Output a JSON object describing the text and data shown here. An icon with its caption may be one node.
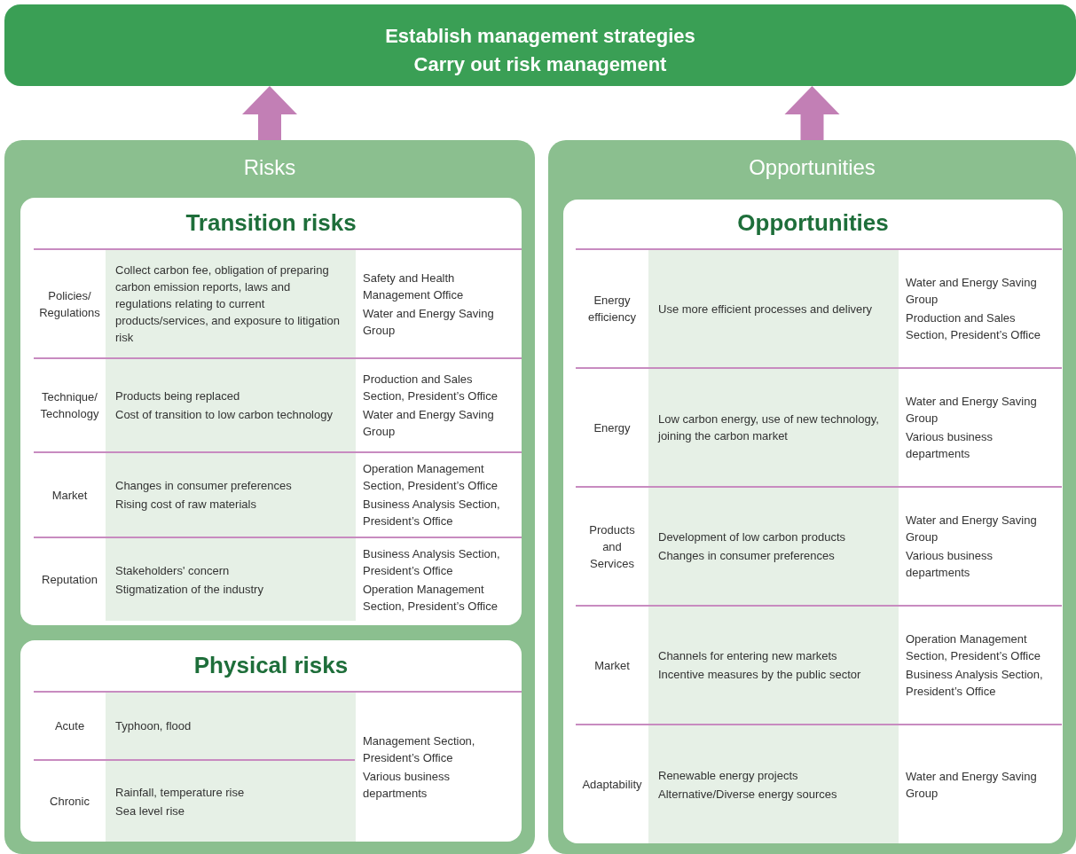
{
  "diagram": {
    "nodes": [
      {
        "text": [
          "Establish management strategies",
          "Carry out risk management"
        ]
      },
      {
        "text": [
          "Risks"
        ]
      },
      {
        "text": [
          "Transition risks"
        ],
        "in": 1
      },
      {
        "text": [
          "Physical risks"
        ],
        "in": 1
      },
      {
        "text": [
          "Opportunities"
        ]
      },
      {
        "text": [
          "Opportunities"
        ],
        "in": 4
      }
    ],
    "edges": [
      {
        "from": 1,
        "to": 0,
        "arrow": "to",
        "style": "thick",
        "color": "#c27fb5"
      },
      {
        "from": 4,
        "to": 0,
        "arrow": "to",
        "style": "thick",
        "color": "#c27fb5"
      }
    ],
    "labels": [
      "Policies/ Regulations",
      "Collect carbon fee, obligation of preparing carbon emission reports, laws and regulations relating to current products/services, and exposure to litigation risk",
      "Safety and Health Management Office",
      "Water and Energy Saving Group",
      "Technique/ Technology",
      "Products being replaced",
      "Cost of transition to low carbon technology",
      "Production and Sales Section, President’s Office",
      "Water and Energy Saving Group",
      "Market",
      "Changes in consumer preferences",
      "Rising cost of raw materials",
      "Operation Management Section, President’s Office",
      "Business Analysis Section, President’s Office",
      "Reputation",
      "Stakeholders' concern",
      "Stigmatization of the industry",
      "Business Analysis Section, President’s Office",
      "Operation Management Section, President’s Office",
      "Acute",
      "Typhoon, flood",
      "Management Section, President’s Office",
      "Various business departments",
      "Chronic",
      "Rainfall, temperature rise",
      "Sea level rise",
      "Energy efficiency",
      "Use more efficient processes and delivery",
      "Water and Energy Saving Group",
      "Production and Sales Section, President’s Office",
      "Energy",
      "Low carbon energy, use of new technology, joining the carbon market",
      "Water and Energy Saving Group",
      "Various business departments",
      "Products and Services",
      "Development of low carbon products",
      "Changes in consumer preferences",
      "Water and Energy Saving Group",
      "Various business departments",
      "Market",
      "Channels for entering new markets",
      "Incentive measures by the public sector",
      "Operation Management Section, President’s Office",
      "Business Analysis Section, President’s Office",
      "Adaptability",
      "Renewable energy projects",
      "Alternative/Diverse energy sources",
      "Water and Energy Saving Group"
    ]
  }
}
